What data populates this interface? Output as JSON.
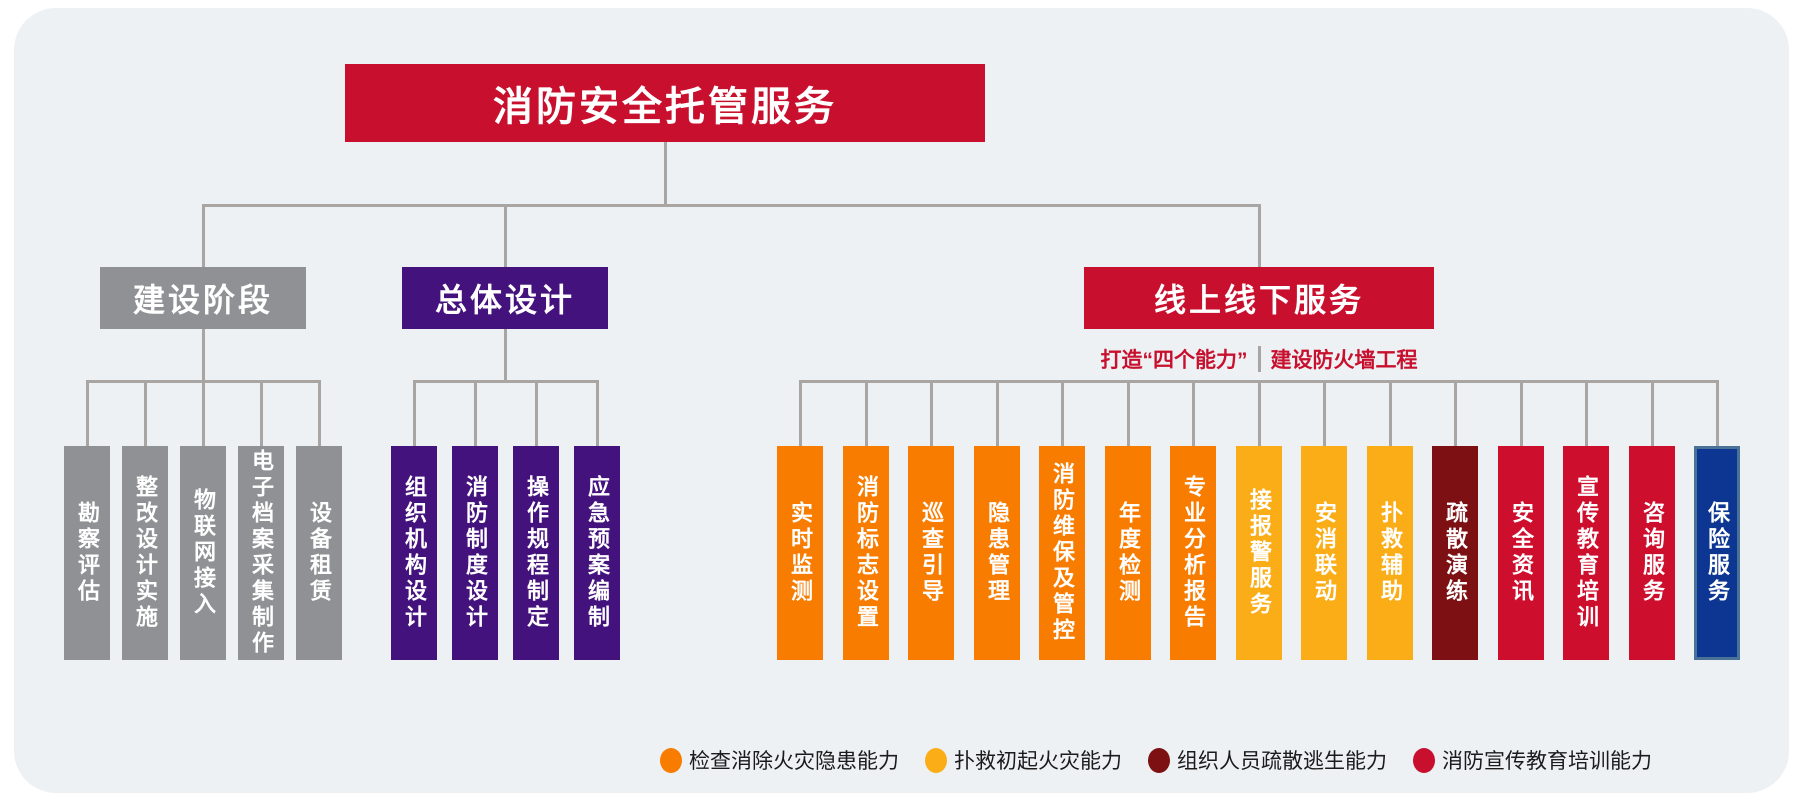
{
  "page": {
    "background": "#FFFFFF",
    "panel_color": "#EDF1F4",
    "connector_color": "#A9A5A2"
  },
  "title": {
    "label": "消防安全托管服务",
    "color": "#C8102E",
    "text_color": "#FFFFFF"
  },
  "branches": [
    {
      "label": "建设阶段",
      "color": "#909194",
      "cards": [
        {
          "label": "勘察评估",
          "color": "#909194"
        },
        {
          "label": "整改设计实施",
          "color": "#909194"
        },
        {
          "label": "物联网接入",
          "color": "#909194"
        },
        {
          "label": "电子档案采集制作",
          "color": "#909194"
        },
        {
          "label": "设备租赁",
          "color": "#909194"
        }
      ]
    },
    {
      "label": "总体设计",
      "color": "#44127D",
      "cards": [
        {
          "label": "组织机构设计",
          "color": "#44127D"
        },
        {
          "label": "消防制度设计",
          "color": "#44127D"
        },
        {
          "label": "操作规程制定",
          "color": "#44127D"
        },
        {
          "label": "应急预案编制",
          "color": "#44127D"
        }
      ]
    },
    {
      "label": "线上线下服务",
      "color": "#C8102E",
      "subtitle": {
        "left": "打造“四个能力”",
        "right": "建设防火墙工程",
        "color": "#C8102E"
      },
      "cards": [
        {
          "label": "实时监测",
          "color": "#F77C00"
        },
        {
          "label": "消防标志设置",
          "color": "#F77C00"
        },
        {
          "label": "巡查引导",
          "color": "#F77C00"
        },
        {
          "label": "隐患管理",
          "color": "#F77C00"
        },
        {
          "label": "消防维保及管控",
          "color": "#F77C00"
        },
        {
          "label": "年度检测",
          "color": "#F77C00"
        },
        {
          "label": "专业分析报告",
          "color": "#F77C00"
        },
        {
          "label": "接报警服务",
          "color": "#FBAD18"
        },
        {
          "label": "安消联动",
          "color": "#FBAD18"
        },
        {
          "label": "扑救辅助",
          "color": "#FBAD18"
        },
        {
          "label": "疏散演练",
          "color": "#7D1013"
        },
        {
          "label": "安全资讯",
          "color": "#CE0E2D"
        },
        {
          "label": "宣传教育培训",
          "color": "#CE0E2D"
        },
        {
          "label": "咨询服务",
          "color": "#CE0E2D"
        },
        {
          "label": "保险服务",
          "color": "#0D3692",
          "border_color": "#4A7296"
        }
      ]
    }
  ],
  "legend": [
    {
      "label": "检查消除火灾隐患能力",
      "color": "#F77C00"
    },
    {
      "label": "扑救初起火灾能力",
      "color": "#FBAD18"
    },
    {
      "label": "组织人员疏散逃生能力",
      "color": "#7D1013"
    },
    {
      "label": "消防宣传教育培训能力",
      "color": "#C8102E"
    }
  ]
}
